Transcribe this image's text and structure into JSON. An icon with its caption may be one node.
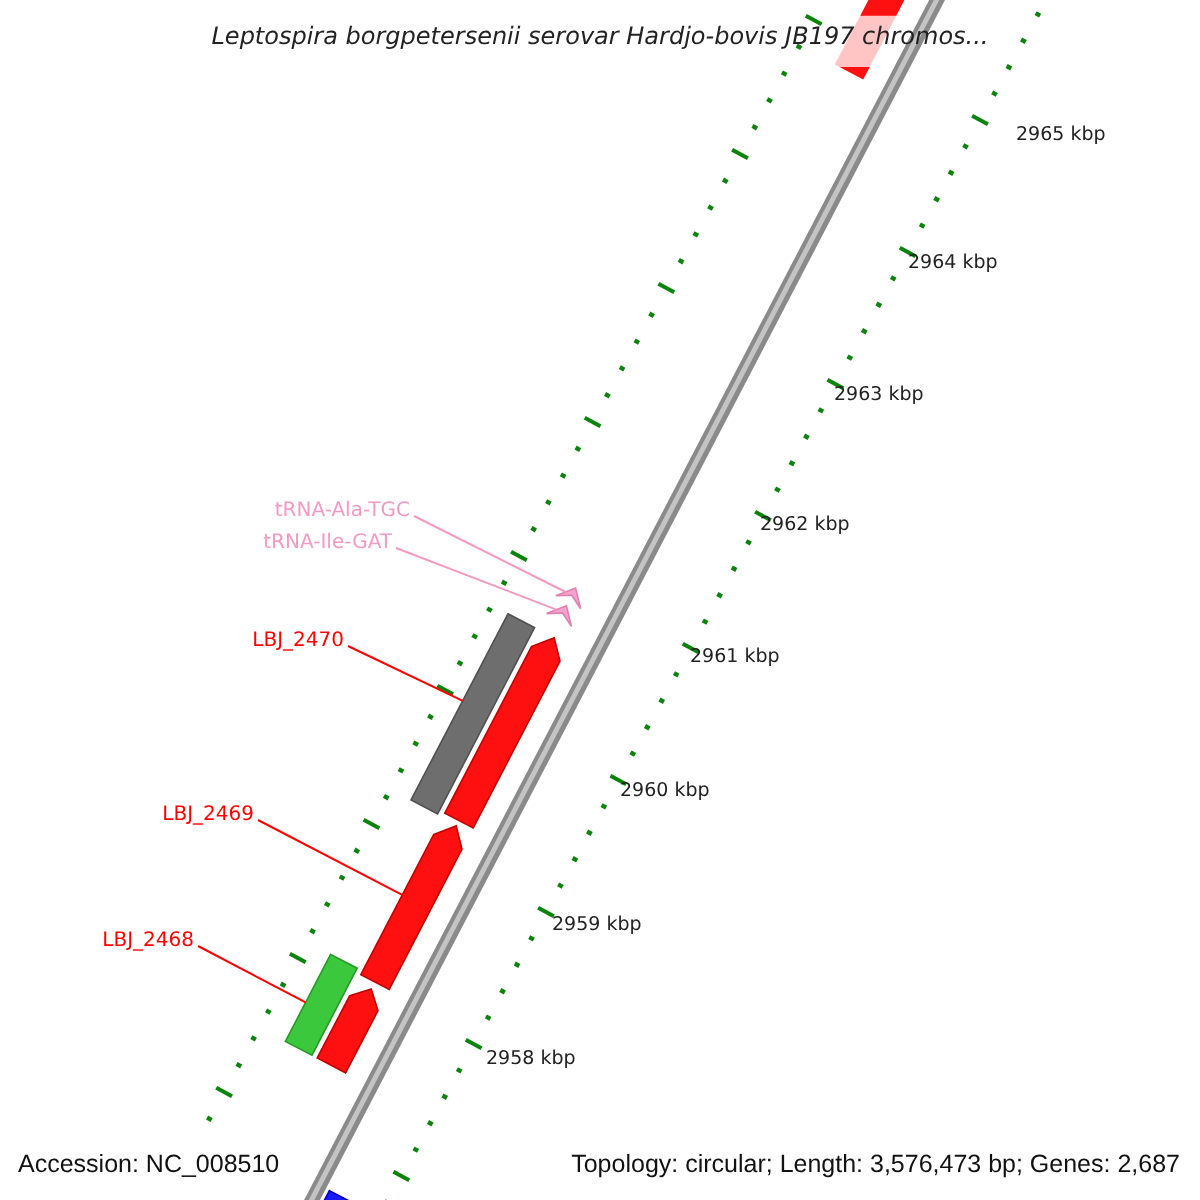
{
  "diagram": {
    "title": "Leptospira borgpetersenii serovar Hardjo-bovis JB197 chromos...",
    "nodes": [
      {
        "text": [
          "tRNA-Ala-TGC"
        ]
      },
      {
        "text": [
          "tRNA-Ile-GAT"
        ]
      },
      {
        "text": [
          "LBJ_2470"
        ]
      },
      {
        "text": [
          "LBJ_2469"
        ]
      },
      {
        "text": [
          "LBJ_2468"
        ]
      },
      {
        "text": [],
        "shape": "bar"
      },
      {
        "text": [],
        "shape": "triangle"
      },
      {
        "text": [],
        "shape": "triangle"
      },
      {
        "text": [],
        "shape": "bar"
      },
      {
        "text": [],
        "shape": "bar"
      },
      {
        "text": [],
        "shape": "bar"
      },
      {
        "text": [],
        "shape": "bar"
      },
      {
        "text": [],
        "shape": "bar"
      },
      {
        "text": [],
        "shape": "bar"
      }
    ],
    "edges": [
      {
        "from": 0,
        "to": 6,
        "arrow": "none",
        "color": "#f49ac1"
      },
      {
        "from": 1,
        "to": 7,
        "arrow": "none",
        "color": "#f49ac1"
      },
      {
        "from": 2,
        "to": 8,
        "arrow": "none"
      },
      {
        "from": 3,
        "to": 10,
        "arrow": "none"
      },
      {
        "from": 4,
        "to": 11,
        "arrow": "none"
      }
    ],
    "labels": [
      "2965 kbp",
      "2964 kbp",
      "2963 kbp",
      "2962 kbp",
      "2961 kbp",
      "2960 kbp",
      "2959 kbp",
      "2958 kbp",
      "Accession: NC_008510",
      "Topology: circular; Length: 3,576,473 bp; Genes: 2,687"
    ]
  }
}
